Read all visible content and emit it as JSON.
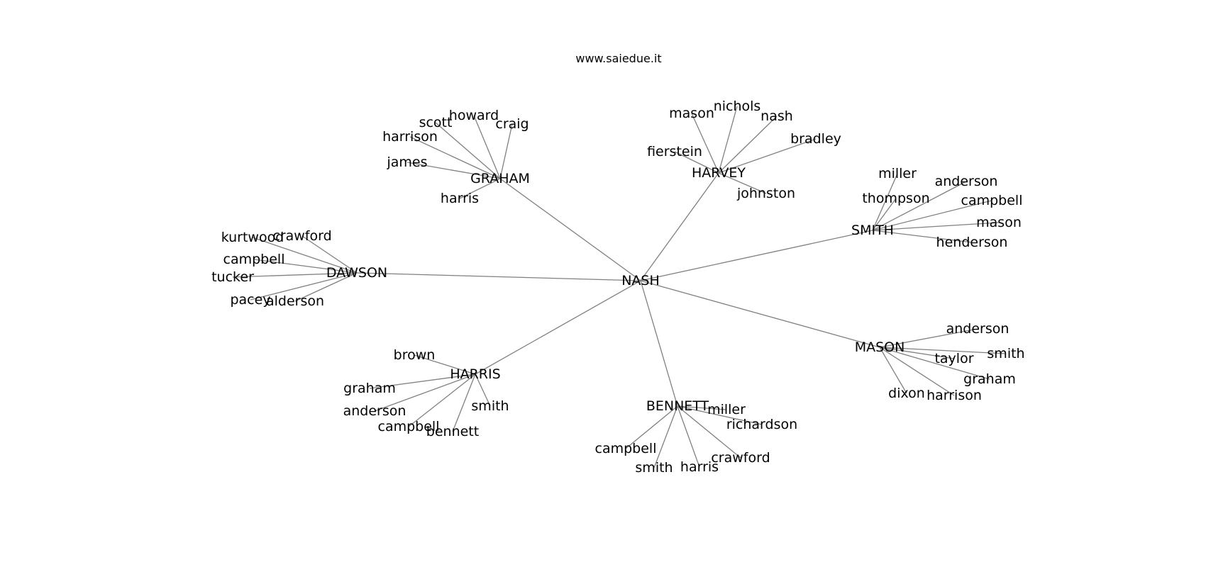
{
  "title": "www.saiedue.it",
  "root": "NASH",
  "groups": [
    {
      "name": "GRAHAM",
      "members": [
        "howard",
        "craig",
        "scott",
        "harrison",
        "james",
        "harris"
      ]
    },
    {
      "name": "HARVEY",
      "members": [
        "mason",
        "nichols",
        "nash",
        "bradley",
        "fierstein",
        "johnston"
      ]
    },
    {
      "name": "SMITH",
      "members": [
        "miller",
        "anderson",
        "campbell",
        "mason",
        "henderson",
        "thompson"
      ]
    },
    {
      "name": "DAWSON",
      "members": [
        "kurtwood",
        "crawford",
        "campbell",
        "tucker",
        "pacey",
        "alderson"
      ]
    },
    {
      "name": "MASON",
      "members": [
        "anderson",
        "smith",
        "taylor",
        "graham",
        "dixon",
        "harrison"
      ]
    },
    {
      "name": "HARRIS",
      "members": [
        "brown",
        "graham",
        "anderson",
        "campbell",
        "bennett",
        "smith"
      ]
    },
    {
      "name": "BENNETT",
      "members": [
        "miller",
        "richardson",
        "campbell",
        "smith",
        "harris",
        "crawford"
      ]
    }
  ]
}
